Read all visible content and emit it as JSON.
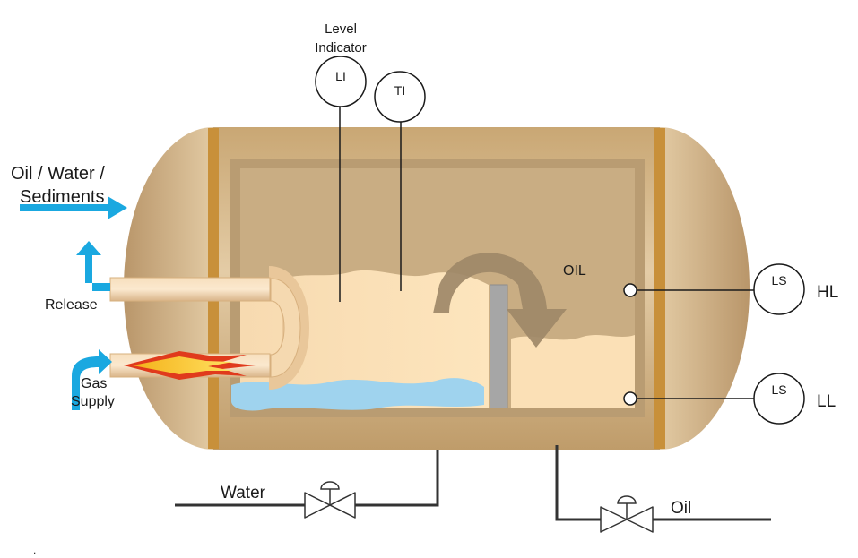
{
  "labels": {
    "inlet": [
      "Oil / Water /",
      "Sediments"
    ],
    "release": "Release",
    "gas_supply": [
      "Gas",
      "Supply"
    ],
    "level_indicator": [
      "Level",
      "Indicator"
    ],
    "oil_inside": "OIL",
    "water_outlet": "Water",
    "oil_outlet": "Oil",
    "high_level": "HL",
    "low_level": "LL",
    "dot": "."
  },
  "instruments": {
    "level_indicator": "LI",
    "temperature_indicator": "TI",
    "level_switch_high": "LS",
    "level_switch_low": "LS"
  },
  "colors": {
    "vessel": "#d7b98c",
    "vessel_inner": "#c8ab80",
    "band": "#c8903a",
    "oil": "#fde2b4",
    "water": "#9fd3ee",
    "arrow_blue": "#1aa8e0",
    "flow_arrow": "#9e8868",
    "weir": "#a6a6a6"
  }
}
